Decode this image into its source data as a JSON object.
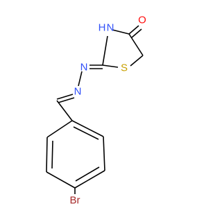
{
  "molecule": {
    "atoms": {
      "H": "H",
      "N3": "N",
      "O": "O",
      "N_exo": "N",
      "S": "S",
      "N_hyd": "N",
      "Br": "Br"
    },
    "colors": {
      "carbon_bond": "#000000",
      "nitrogen": "#3050F8",
      "oxygen": "#FF0D0D",
      "sulfur": "#C8A000",
      "bromine": "#A62929"
    }
  }
}
